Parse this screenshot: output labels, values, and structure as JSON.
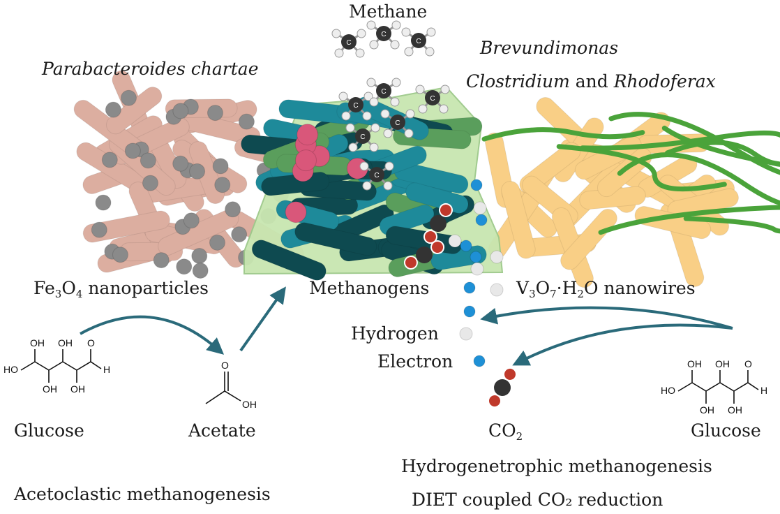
{
  "title_methane": "Methane",
  "left_bacteria": "Parabacteroides chartae",
  "right_bacteria_line1": "Brevundimonas",
  "right_bacteria_line2_a": "Clostridium",
  "right_bacteria_line2_b": "and",
  "right_bacteria_line2_c": "Rhodoferax",
  "fe3o4": {
    "a": "Fe",
    "s1": "3",
    "b": "O",
    "s2": "4",
    "c": " nanoparticles"
  },
  "methanogens": "Methanogens",
  "v3o7": {
    "a": "V",
    "s1": "3",
    "b": "O",
    "s2": "7",
    "c": "·H",
    "s3": "2",
    "d": "O nanowires"
  },
  "legend": {
    "hydrogen": "Hydrogen",
    "electron": "Electron"
  },
  "molecules": {
    "glucose_left": "Glucose",
    "acetate": "Acetate",
    "co2": {
      "a": "CO",
      "s": "2"
    },
    "glucose_right": "Glucose"
  },
  "chem_labels": {
    "oh": "OH",
    "ho": "HO",
    "o": "O",
    "h": "H",
    "c": "C"
  },
  "pathways": {
    "hydrogenotrophic": "Hydrogenetrophic methanogenesis",
    "acetoclastic": "Acetoclastic methanogenesis",
    "diet": "DIET coupled CO₂ reduction"
  },
  "colors": {
    "arrow": "#2a6a7a",
    "pink_rod": "#dcaea0",
    "teal_rod": "#1e8a9a",
    "dark_rod": "#0e4a50",
    "green_rod": "#5a9e5c",
    "yellow_rod": "#f9cf86",
    "wire": "#4aa33a",
    "blob": "#c8e6b0",
    "electron": "#1e90d6"
  }
}
